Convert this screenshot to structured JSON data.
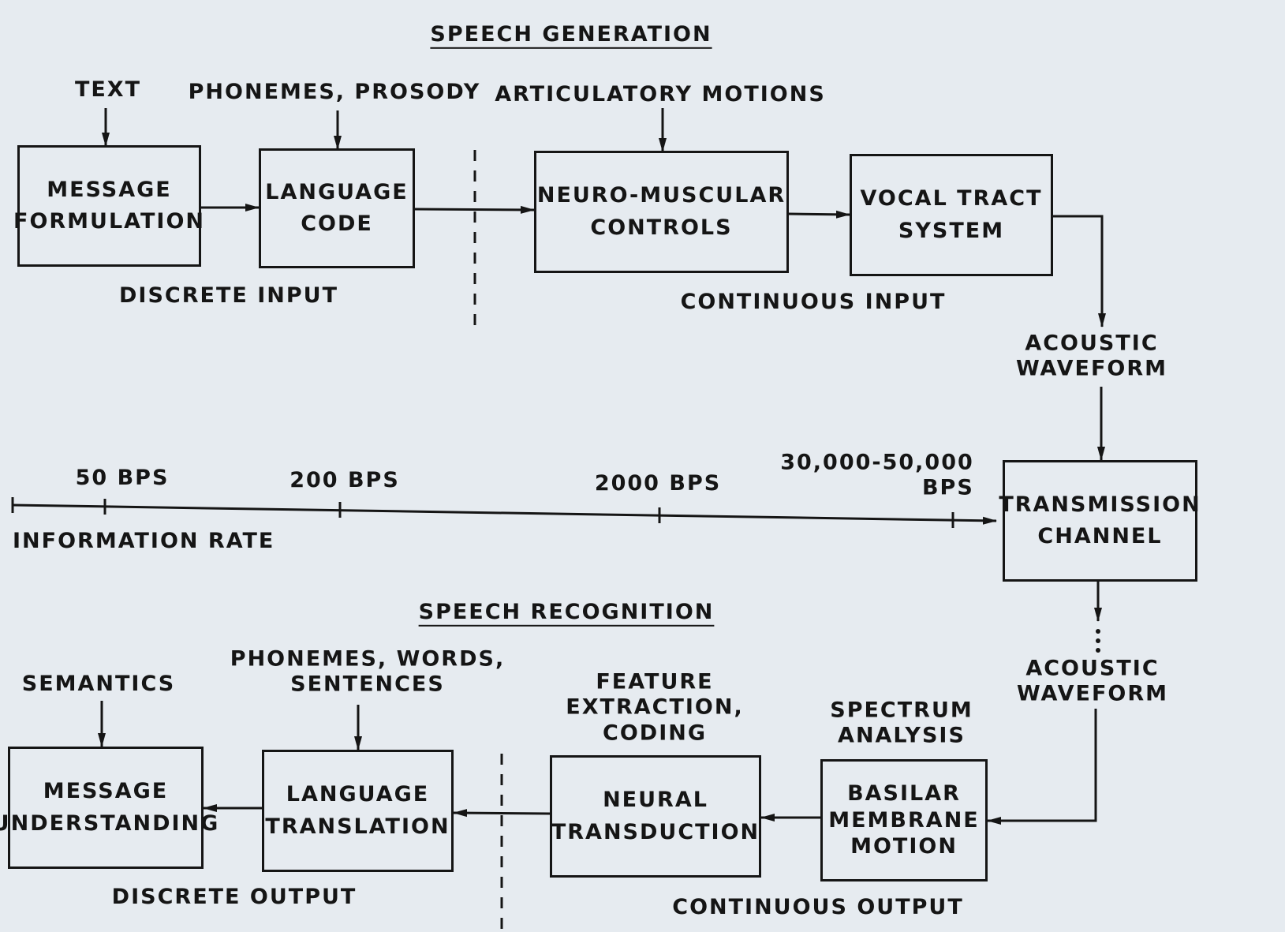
{
  "generation": {
    "title": "SPEECH GENERATION",
    "inputs": {
      "text": "TEXT",
      "phonemes_prosody": "PHONEMES, PROSODY",
      "articulatory": "ARTICULATORY MOTIONS"
    },
    "boxes": {
      "message_formulation": "MESSAGE\nFORMULATION",
      "language_code": "LANGUAGE\nCODE",
      "neuro_muscular": "NEURO-MUSCULAR\nCONTROLS",
      "vocal_tract": "VOCAL TRACT\nSYSTEM"
    },
    "discrete_label": "DISCRETE INPUT",
    "continuous_label": "CONTINUOUS INPUT",
    "acoustic": "ACOUSTIC\nWAVEFORM"
  },
  "rate": {
    "ticks": [
      "50 BPS",
      "200 BPS",
      "2000 BPS",
      "30,000-50,000\nBPS"
    ],
    "label": "INFORMATION RATE"
  },
  "transmission": "TRANSMISSION\nCHANNEL",
  "recognition": {
    "title": "SPEECH RECOGNITION",
    "acoustic": "ACOUSTIC\nWAVEFORM",
    "inputs": {
      "semantics": "SEMANTICS",
      "phonemes_words": "PHONEMES, WORDS,\nSENTENCES",
      "feature": "FEATURE\nEXTRACTION,\nCODING",
      "spectrum": "SPECTRUM\nANALYSIS"
    },
    "boxes": {
      "message_understanding": "MESSAGE\nUNDERSTANDING",
      "language_translation": "LANGUAGE\nTRANSLATION",
      "neural_transduction": "NEURAL\nTRANSDUCTION",
      "basilar": "BASILAR\nMEMBRANE\nMOTION"
    },
    "discrete_label": "DISCRETE OUTPUT",
    "continuous_label": "CONTINUOUS OUTPUT"
  }
}
